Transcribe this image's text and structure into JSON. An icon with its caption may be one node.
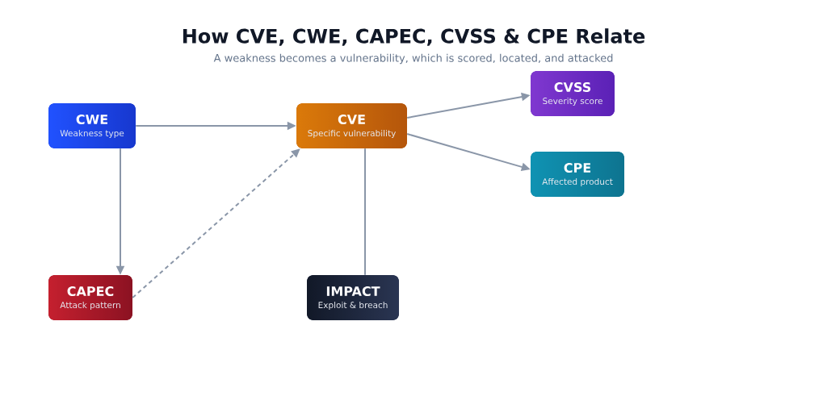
{
  "diagram": {
    "title": "How CVE, CWE, CAPEC, CVSS & CPE Relate",
    "nodes": [
      {
        "text": [
          "CWE",
          "Weakness type"
        ]
      },
      {
        "text": [
          "CVE",
          "Specific vulnerability"
        ]
      },
      {
        "text": [
          "CVSS",
          "Severity score"
        ]
      },
      {
        "text": [
          "CPE",
          "Affected product"
        ]
      },
      {
        "text": [
          "CAPEC",
          "Attack pattern"
        ]
      },
      {
        "text": [
          "IMPACT",
          "Exploit & breach"
        ]
      }
    ],
    "edges": [
      {
        "from": 0,
        "to": 1,
        "arrow": "to"
      },
      {
        "from": 0,
        "to": 4,
        "arrow": "to"
      },
      {
        "from": 4,
        "to": 1,
        "arrow": "to",
        "style": "dashed"
      },
      {
        "from": 1,
        "to": 2,
        "arrow": "to"
      },
      {
        "from": 1,
        "to": 3,
        "arrow": "to"
      },
      {
        "from": 1,
        "to": 5,
        "arrow": "none"
      }
    ],
    "labels": [
      "A weakness becomes a vulnerability, which is scored, located, and attacked"
    ]
  }
}
